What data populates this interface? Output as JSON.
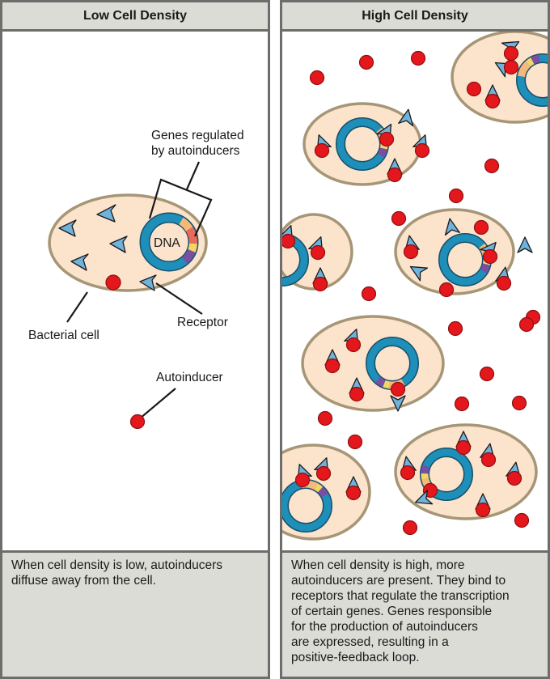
{
  "colors": {
    "cell_fill": "#fbe3cc",
    "cell_stroke": "#a69676",
    "dna": "#1d8fb9",
    "dna_stroke": "#1a4f6a",
    "receptor": "#6fb3dc",
    "autoinducer": "#e3171c",
    "gene_orange": "#f6b97a",
    "gene_red": "#ea6a5a",
    "gene_yellow": "#f5d564",
    "gene_purple": "#7a4fa3",
    "panel_header_bg": "#dcdcd6",
    "panel_border": "#6d6d6b"
  },
  "left_panel": {
    "title": "Low Cell Density",
    "labels": {
      "genes": "Genes regulated\nby autoinducers",
      "genes_line1": "Genes regulated",
      "genes_line2": "by autoinducers",
      "dna": "DNA",
      "bacterial_cell": "Bacterial cell",
      "receptor": "Receptor",
      "autoinducer": "Autoinducer"
    },
    "caption": "When cell density is low, autoinducers\ndiffuse away from the cell."
  },
  "right_panel": {
    "title": "High Cell Density",
    "caption": "When cell density is high, more\nautoinducers are present. They bind to\nreceptors that regulate the transcription\nof certain genes. Genes responsible\nfor the production of autoinducers\nare expressed, resulting in a\npositive-feedback loop."
  }
}
